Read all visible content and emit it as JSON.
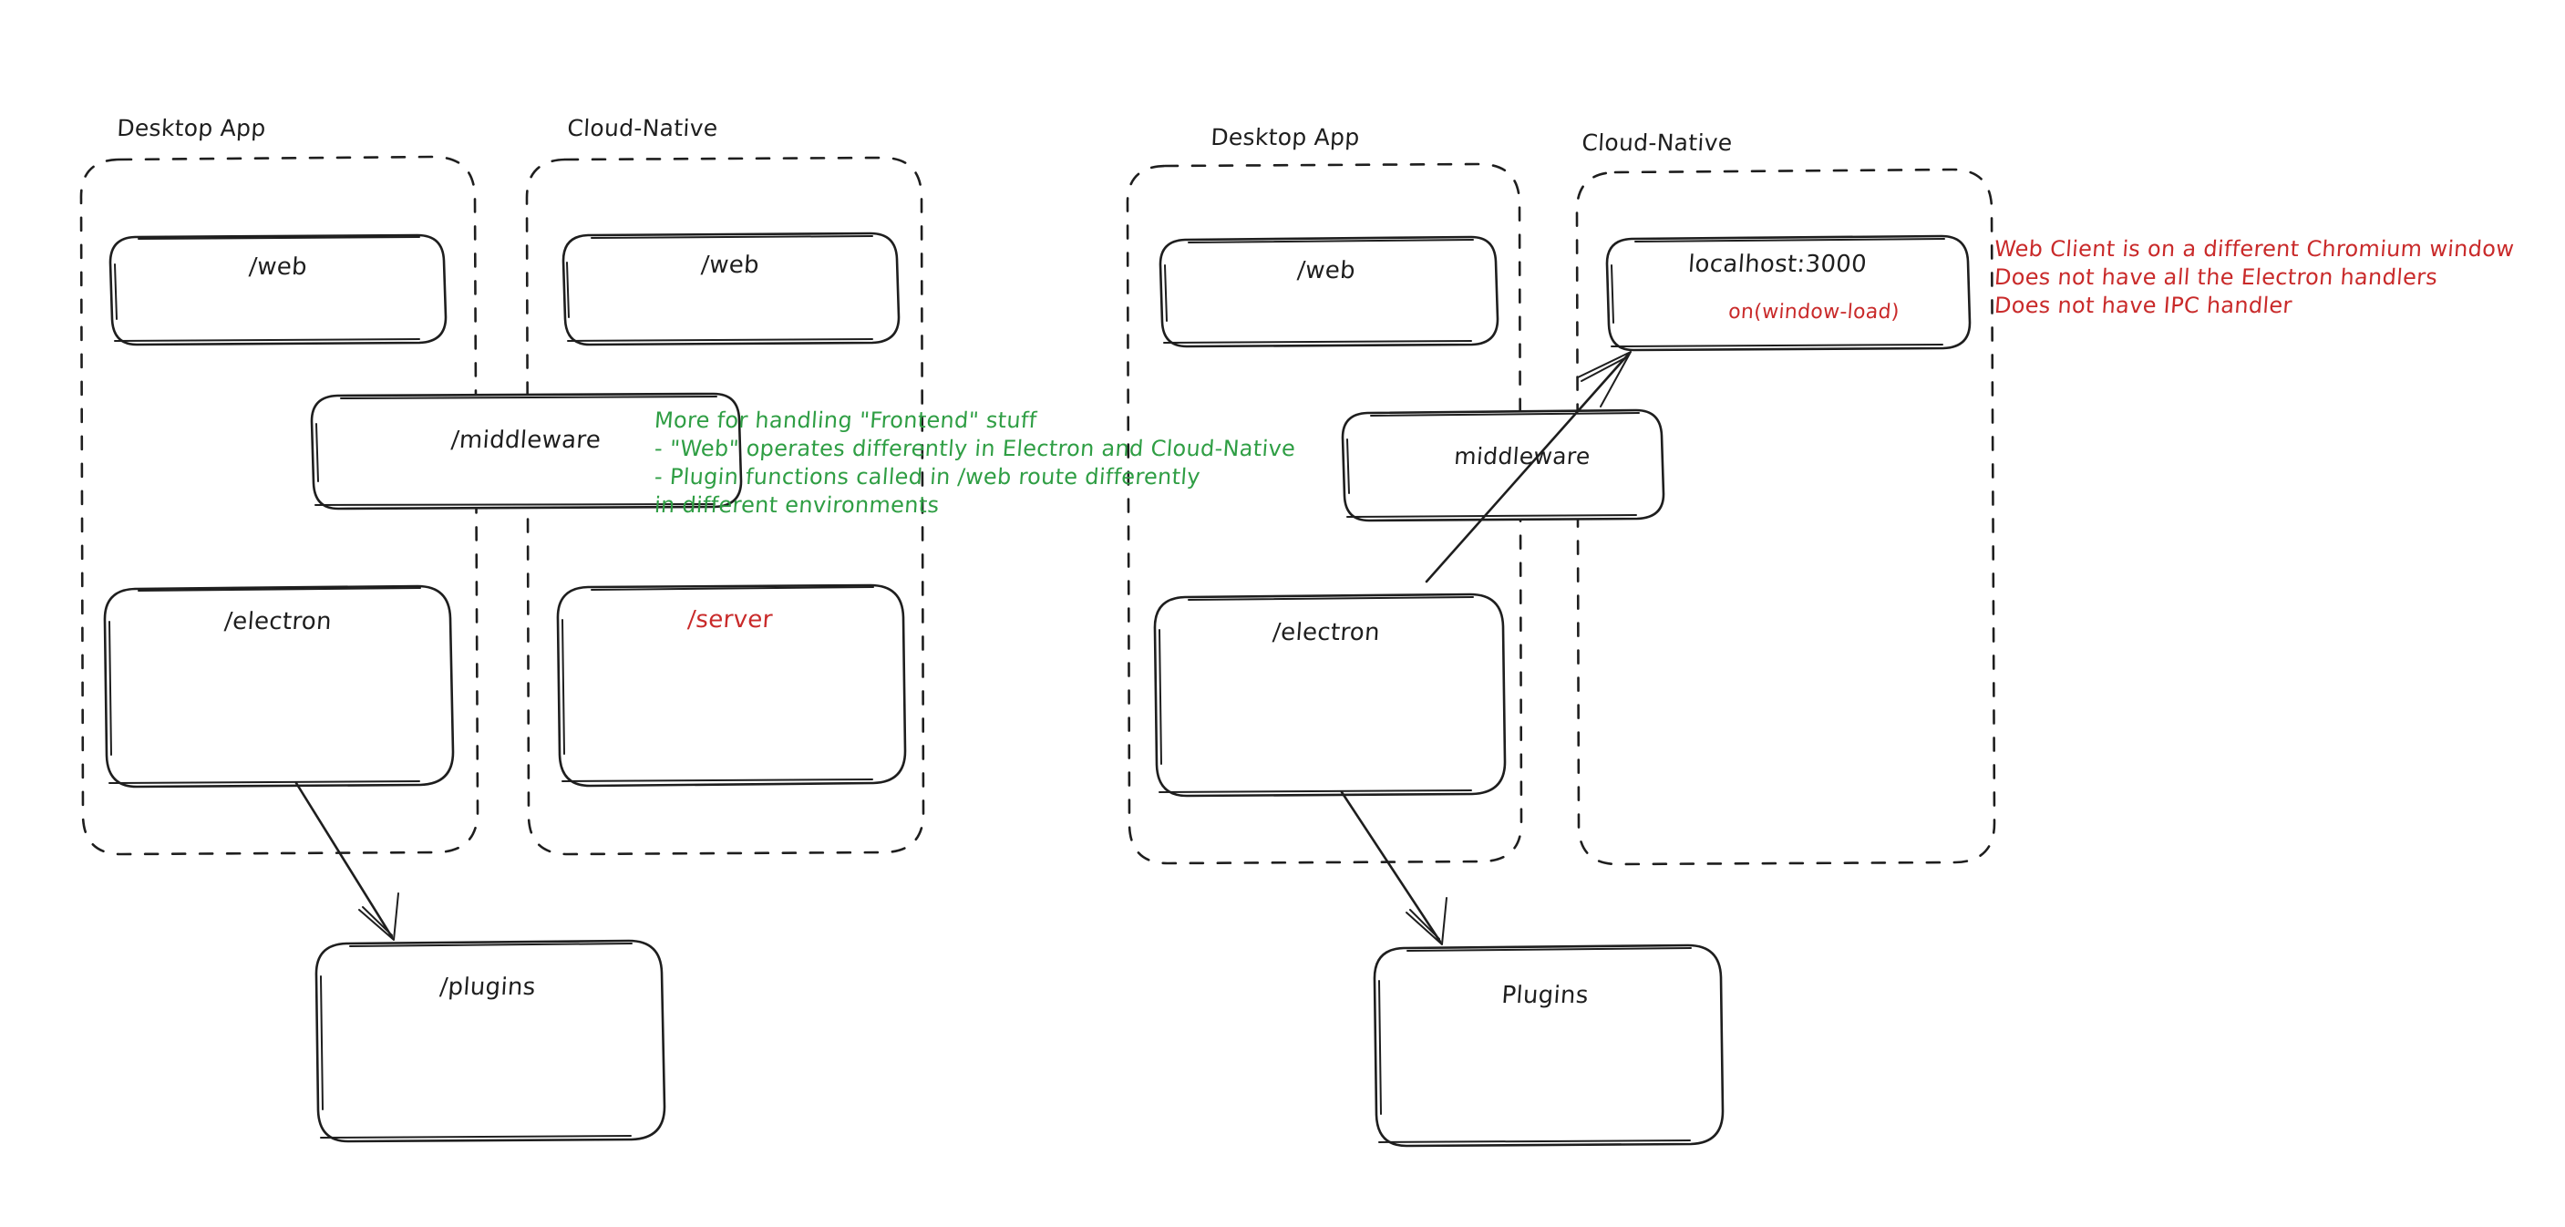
{
  "meta": {
    "diagram_title": "Electron vs Cloud-Native architecture sketch",
    "background": "#ffffff",
    "ink_color": "#1e1e1e",
    "green_color": "#2f9e44",
    "red_color": "#c92a2a"
  },
  "left_diagram": {
    "groups": [
      {
        "label": "Desktop App"
      },
      {
        "label": "Cloud-Native"
      }
    ],
    "boxes": {
      "desktop_web": "/web",
      "cloud_web": "/web",
      "middleware": "/middleware",
      "electron": "/electron",
      "server": "/server",
      "plugins": "/plugins"
    }
  },
  "right_diagram": {
    "groups": [
      {
        "label": "Desktop App"
      },
      {
        "label": "Cloud-Native"
      }
    ],
    "boxes": {
      "desktop_web": "/web",
      "localhost": "localhost:3000",
      "localhost_sub": "on(window-load)",
      "middleware": "middleware",
      "electron": "/electron",
      "plugins": "Plugins"
    }
  },
  "notes": {
    "green": {
      "color": "#2f9e44",
      "lines": [
        "More for handling \"Frontend\" stuff",
        "- \"Web\" operates differently in Electron and Cloud-Native",
        "- Plugin functions called in /web route differently",
        "in different environments"
      ]
    },
    "red": {
      "color": "#c92a2a",
      "lines": [
        "Web Client is on a different Chromium window",
        "Does not have all the Electron handlers",
        "Does not have IPC handler"
      ]
    }
  },
  "arrows": [
    {
      "name": "left-electron-to-plugins",
      "from": "/electron",
      "to": "/plugins"
    },
    {
      "name": "right-electron-to-localhost",
      "from": "/electron",
      "to": "localhost:3000"
    },
    {
      "name": "right-electron-to-plugins",
      "from": "/electron",
      "to": "Plugins"
    }
  ]
}
